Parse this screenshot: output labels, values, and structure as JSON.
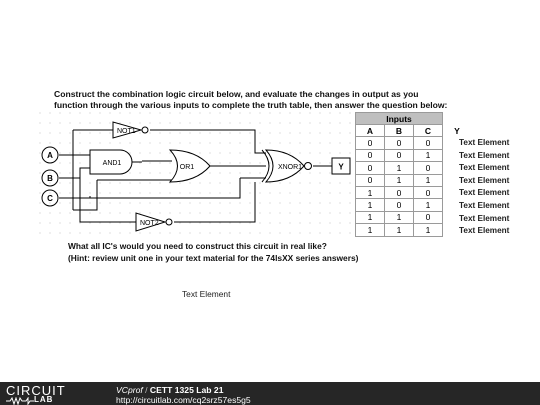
{
  "instructions": "Construct the combination logic circuit below, and evaluate the changes in output as you function through the various inputs to complete the truth table, then answer the question below:",
  "question": {
    "line1": "What all IC's would you need to construct this circuit in real like?",
    "line2": "(Hint: review unit one in your text material for the 74lsXX series answers)"
  },
  "free_text": "Text Element",
  "circuit": {
    "inputs": [
      "A",
      "B",
      "C"
    ],
    "output": "Y",
    "gates": {
      "not1": "NOT1",
      "and1": "AND1",
      "or1": "OR1",
      "xnor1": "XNOR1",
      "not2": "NOT2"
    }
  },
  "truth_table": {
    "group_header": "Inputs",
    "columns": [
      "A",
      "B",
      "C"
    ],
    "output_column": "Y",
    "rows": [
      [
        "0",
        "0",
        "0"
      ],
      [
        "0",
        "0",
        "1"
      ],
      [
        "0",
        "1",
        "0"
      ],
      [
        "0",
        "1",
        "1"
      ],
      [
        "1",
        "0",
        "0"
      ],
      [
        "1",
        "0",
        "1"
      ],
      [
        "1",
        "1",
        "0"
      ],
      [
        "1",
        "1",
        "1"
      ]
    ]
  },
  "text_elements": [
    "Text Element",
    "Text Element",
    "Text Element",
    "Text Element",
    "Text Element",
    "Text Element",
    "Text Element",
    "Text Element"
  ],
  "footer": {
    "logo_top": "CIRCUIT",
    "logo_bottom": "LAB",
    "author": "VCprof",
    "separator": "/",
    "title": "CETT 1325 Lab 21",
    "url": "http://circuitlab.com/cq2srz57es5g5"
  }
}
